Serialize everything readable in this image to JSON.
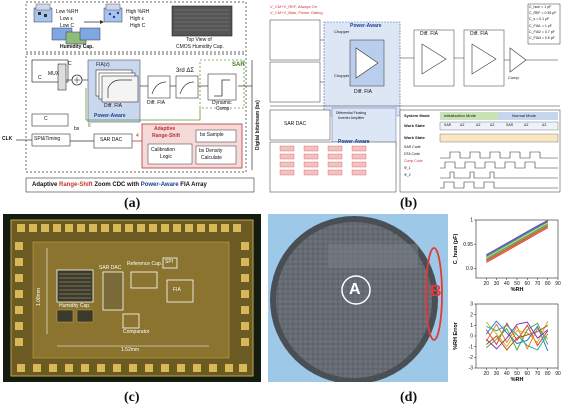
{
  "panels": {
    "a": {
      "label": "(a)",
      "humidity_cap": {
        "low_state": [
          "Low %RH",
          "Low ε",
          "Low C"
        ],
        "low_sub": [
          "",
          "r",
          "hum"
        ],
        "high_state": [
          "High %RH",
          "High ε",
          "High C"
        ],
        "high_sub": [
          "",
          "r",
          "hum"
        ],
        "caption": "Humidity Cap.",
        "cmos_title": "Top View of",
        "cmos_title2": "CMOS Humidity Cap."
      },
      "blocks": {
        "mux": "MUX",
        "c_hum": "C",
        "c_hum_sub": "hum",
        "c_ref": "C",
        "c_ref_sub": "REF",
        "c_s": "C",
        "c_s_sub": "S",
        "fia_tf": "FIA(z)",
        "diff_fia1": "Diff. FIA",
        "diff_fia2": "Diff. FIA",
        "third_ds": "3rd ΔΣ",
        "power_aware": "Power-Aware",
        "dyn_comp": "Dynamic",
        "dyn_comp2": "Comp.",
        "sar": "SAR",
        "sar_dac": "SAR DAC",
        "bs": "bs",
        "bs2": "bs",
        "spi": "SPI&Timing",
        "clk": "CLK",
        "adaptive": "Adaptive",
        "range_shift": "Range-Shift",
        "calibration": "Calibration",
        "logic": "Logic",
        "bs_sample": "bs Sample",
        "bs_density": "bs Density",
        "calculate": "Calculate",
        "digital_bitstream": "Digital bitstream (bs)",
        "num_6": "6",
        "num_4": "4",
        "plus": "+"
      },
      "caption": {
        "part1": "Adaptive",
        "part2": "Range-Shift",
        "part3": "Zoom CDC with",
        "part4": "Power-Aware",
        "part5": "FIA Array"
      }
    },
    "b": {
      "label": "(b)",
      "top_left": "V_CM+V_REF, Always On",
      "top_left2": "V_CM+V_Bias, Power Gating",
      "power_aware": "Power-Aware",
      "chopper1": "Chopper",
      "chopper2": "Chopper",
      "diff_fia1": "Diff. FIA",
      "diff_fia2": "Diff. FIA",
      "diff_fia3": "Diff. FIA",
      "comp": "Comp.",
      "params": [
        "C_hum = 1 pF",
        "C_REF = 0.35 pF",
        "C_s = 0.1 pF",
        "C_FIA1 = 1 pF",
        "C_FIA2 = 0.7 pF",
        "C_FIA3 = 0.5 pF"
      ],
      "sar_dac": "SAR DAC",
      "differential": "Differential Floating",
      "differential2": "Inverter Amplifier",
      "power_aware2": "Power-Aware",
      "table_head": [
        "System Mode",
        "Initialization Mode",
        "Normal Mode"
      ],
      "work_state": "Work State",
      "states": [
        "SAR",
        "ΔΣ",
        "ΔΣ",
        "ΔΣ",
        "SAR",
        "ΔΣ",
        "ΔΣ"
      ],
      "rows": [
        "SAR Code",
        "DTA Code",
        "Comp Code",
        "Φ_1",
        "Φ_2"
      ]
    },
    "c": {
      "label": "(c)",
      "humidity_cap": "Humidity Cap.",
      "reference_cap": "Reference Cap.",
      "sar_dac": "SAR DAC",
      "spi": "SPI",
      "fia": "FIA",
      "comparator": "Comparator",
      "dim_v": "1.08mm",
      "dim_h": "1.52mm"
    },
    "d": {
      "label": "(d)",
      "marker_a": "A",
      "marker_b": "B"
    }
  },
  "chart_data": [
    {
      "type": "line",
      "ylabel": "C_hum (pF)",
      "xlabel": "%RH",
      "xlim": [
        10,
        90
      ],
      "ylim": [
        0.88,
        1.0
      ],
      "x_ticks": [
        20,
        30,
        40,
        50,
        60,
        70,
        80,
        90
      ],
      "y_ticks": [
        0.9,
        0.95,
        1.0
      ],
      "x": [
        20,
        30,
        40,
        50,
        60,
        70,
        80
      ],
      "series": [
        {
          "values": [
            0.912,
            0.924,
            0.936,
            0.948,
            0.96,
            0.972,
            0.984
          ],
          "color": "#e8382a"
        },
        {
          "values": [
            0.917,
            0.929,
            0.941,
            0.953,
            0.965,
            0.977,
            0.989
          ],
          "color": "#f07f23"
        },
        {
          "values": [
            0.921,
            0.933,
            0.945,
            0.957,
            0.969,
            0.981,
            0.993
          ],
          "color": "#d4b61a"
        },
        {
          "values": [
            0.924,
            0.936,
            0.948,
            0.96,
            0.972,
            0.984,
            0.996
          ],
          "color": "#5aa83c"
        },
        {
          "values": [
            0.926,
            0.938,
            0.95,
            0.962,
            0.974,
            0.986,
            0.998
          ],
          "color": "#2b7bd6"
        },
        {
          "values": [
            0.928,
            0.94,
            0.952,
            0.964,
            0.976,
            0.988,
            0.999
          ],
          "color": "#7b3fb5"
        },
        {
          "values": [
            0.919,
            0.931,
            0.943,
            0.955,
            0.967,
            0.979,
            0.991
          ],
          "color": "#1eb3a8"
        },
        {
          "values": [
            0.915,
            0.927,
            0.939,
            0.951,
            0.963,
            0.975,
            0.987
          ],
          "color": "#b5512a"
        }
      ]
    },
    {
      "type": "line",
      "ylabel": "%RH Error",
      "xlabel": "%RH",
      "xlim": [
        10,
        90
      ],
      "ylim": [
        -3,
        3
      ],
      "x_ticks": [
        20,
        30,
        40,
        50,
        60,
        70,
        80,
        90
      ],
      "y_ticks": [
        -3,
        -2,
        -1,
        0,
        1,
        2,
        3
      ],
      "x": [
        20,
        30,
        40,
        50,
        60,
        70,
        80
      ],
      "series": [
        {
          "values": [
            0.6,
            -0.8,
            1.2,
            -0.4,
            1.0,
            -0.9,
            0.5
          ],
          "color": "#e8382a"
        },
        {
          "values": [
            -0.5,
            1.1,
            -0.6,
            0.9,
            -1.2,
            0.7,
            -0.3
          ],
          "color": "#f07f23"
        },
        {
          "values": [
            1.3,
            0.2,
            -1.0,
            0.5,
            0.3,
            -0.6,
            1.4
          ],
          "color": "#d4b61a"
        },
        {
          "values": [
            -1.1,
            -0.3,
            0.7,
            -1.3,
            0.6,
            1.2,
            -0.8
          ],
          "color": "#5aa83c"
        },
        {
          "values": [
            0.2,
            1.4,
            0.3,
            -0.7,
            -0.4,
            0.9,
            -1.4
          ],
          "color": "#2b7bd6"
        },
        {
          "values": [
            -0.3,
            -1.2,
            -0.2,
            1.1,
            1.3,
            -0.2,
            0.6
          ],
          "color": "#7b3fb5"
        },
        {
          "values": [
            0.9,
            0.5,
            1.0,
            0.1,
            -0.9,
            -1.3,
            0.2
          ],
          "color": "#1eb3a8"
        },
        {
          "values": [
            -0.8,
            0.0,
            -1.3,
            -0.2,
            0.1,
            0.4,
            1.0
          ],
          "color": "#b5512a"
        }
      ]
    }
  ]
}
